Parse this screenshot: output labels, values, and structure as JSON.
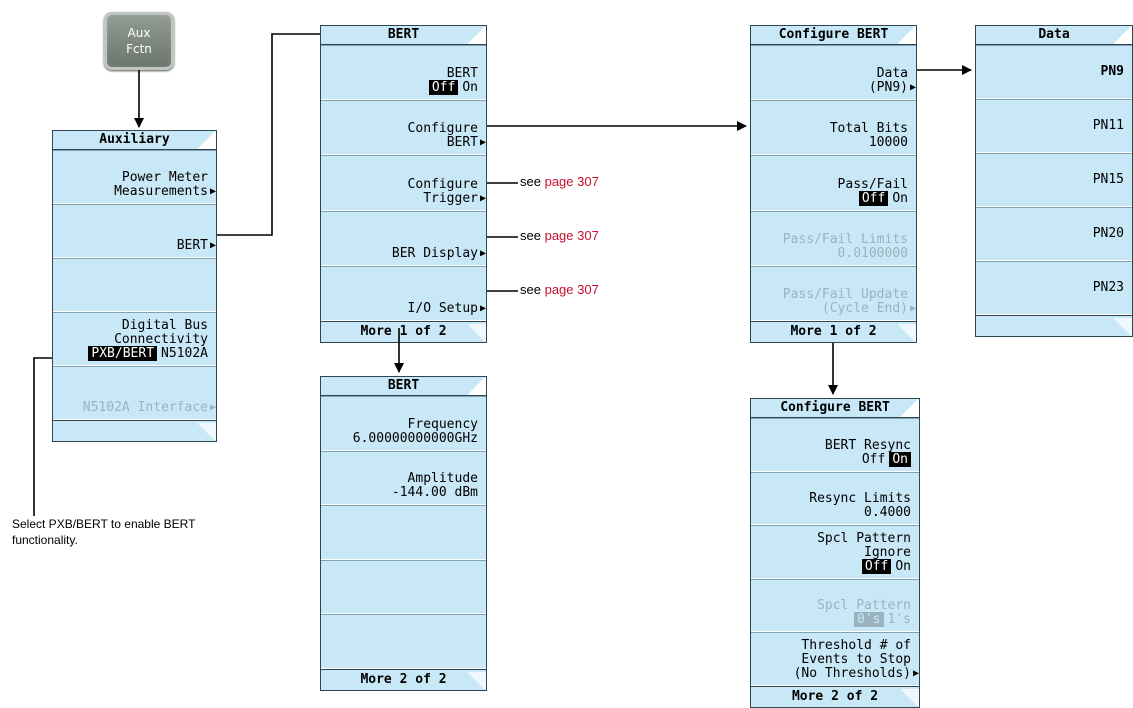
{
  "hardkey": {
    "line1": "Aux",
    "line2": "Fctn"
  },
  "auxiliary": {
    "title": "Auxiliary",
    "keys": [
      {
        "lines": [
          "Power Meter",
          "Measurements"
        ],
        "arrow": true
      },
      {
        "lines": [
          "BERT"
        ],
        "arrow": true
      },
      {
        "lines": []
      },
      {
        "lines": [
          "Digital Bus",
          "Connectivity"
        ],
        "toggle_sel": "PXB/BERT",
        "toggle_other": "N5102A"
      },
      {
        "lines": [
          "N5102A Interface"
        ],
        "arrow": true,
        "dim": true
      }
    ],
    "footer": ""
  },
  "bert1": {
    "title": "BERT",
    "keys": [
      {
        "lines": [
          "BERT"
        ],
        "toggle_sel": "Off",
        "toggle_other": "On"
      },
      {
        "lines": [
          "Configure",
          "BERT"
        ],
        "arrow": true
      },
      {
        "lines": [
          "Configure",
          "Trigger"
        ],
        "arrow": true
      },
      {
        "lines": [
          "BER Display"
        ],
        "arrow": true
      },
      {
        "lines": [
          "I/O Setup"
        ],
        "arrow": true
      }
    ],
    "footer": "More 1 of 2"
  },
  "bert2": {
    "title": "BERT",
    "keys": [
      {
        "lines": [
          "Frequency",
          "6.00000000000GHz"
        ]
      },
      {
        "lines": [
          "Amplitude",
          "-144.00 dBm"
        ]
      },
      {
        "lines": []
      },
      {
        "lines": []
      },
      {
        "lines": []
      }
    ],
    "footer": "More 2 of 2"
  },
  "config1": {
    "title": "Configure BERT",
    "keys": [
      {
        "lines": [
          "Data",
          "(PN9)"
        ],
        "arrow": true
      },
      {
        "lines": [
          "Total Bits",
          "10000"
        ]
      },
      {
        "lines": [
          "Pass/Fail"
        ],
        "toggle_sel": "Off",
        "toggle_other": "On"
      },
      {
        "lines": [
          "Pass/Fail Limits",
          "0.0100000"
        ],
        "dim": true
      },
      {
        "lines": [
          "Pass/Fail Update",
          "(Cycle End)"
        ],
        "arrow": true,
        "dim": true
      }
    ],
    "footer": "More 1 of 2"
  },
  "config2": {
    "title": "Configure BERT",
    "keys": [
      {
        "lines": [
          "BERT Resync"
        ],
        "toggle_other_left": "Off",
        "toggle_sel_right": "On"
      },
      {
        "lines": [
          "Resync Limits",
          "0.4000"
        ]
      },
      {
        "lines": [
          "Spcl Pattern",
          "Ignore"
        ],
        "toggle_sel": "Off",
        "toggle_other": "On"
      },
      {
        "lines": [
          "Spcl Pattern"
        ],
        "toggle_sel": "0's",
        "toggle_other": "1's",
        "dim": true
      },
      {
        "lines": [
          "Threshold # of",
          "Events to Stop",
          "(No Thresholds)"
        ],
        "arrow": true
      }
    ],
    "footer": "More 2 of 2"
  },
  "data_menu": {
    "title": "Data",
    "keys": [
      {
        "lines": [
          "PN9"
        ],
        "bold": true
      },
      {
        "lines": [
          "PN11"
        ]
      },
      {
        "lines": [
          "PN15"
        ]
      },
      {
        "lines": [
          "PN20"
        ]
      },
      {
        "lines": [
          "PN23"
        ]
      }
    ],
    "footer": ""
  },
  "notes": {
    "see": "see",
    "page_ref": "page 307",
    "caption": "Select PXB/BERT to enable BERT functionality."
  },
  "colors": {
    "panel": "#c9e8f7",
    "link": "#c8102e",
    "border": "#2f4650",
    "dim_text": "#9ab3be"
  }
}
